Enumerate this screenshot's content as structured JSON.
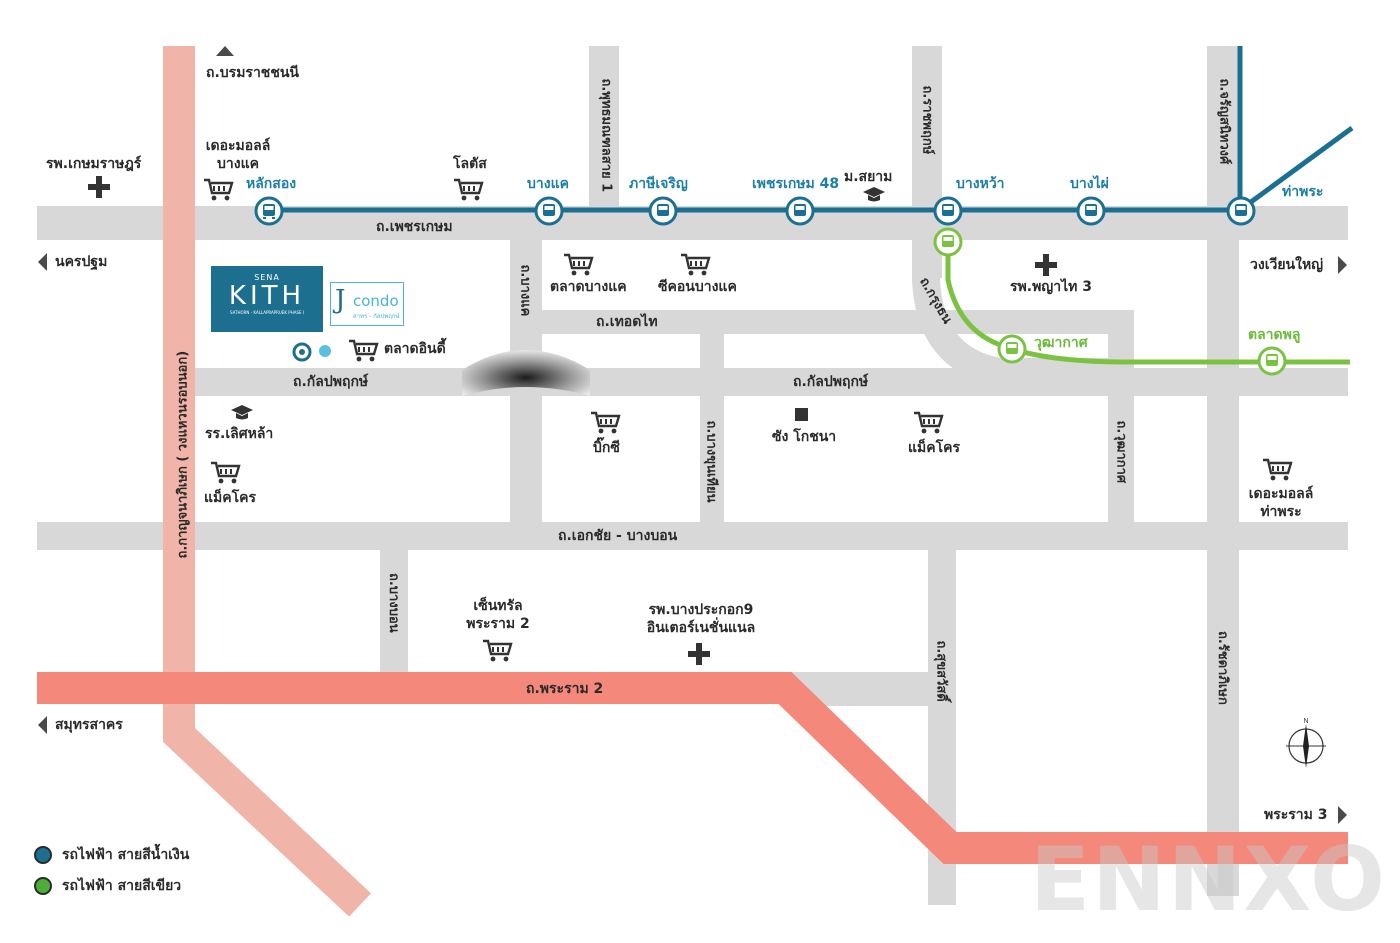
{
  "colors": {
    "road": "#d8d8d9",
    "blue_line": "#1b6f92",
    "green_line": "#7cc242",
    "rama2": "#f4887a",
    "ring_road": "#f0b4a8"
  },
  "roads": {
    "borommaratchachonnani": "ถ.บรมราชชนนี",
    "phetkasem": "ถ.เพชรเกษม",
    "kanlapaphruek_west": "ถ.กัลปพฤกษ์",
    "kanlapaphruek_east": "ถ.กัลปพฤกษ์",
    "thoet_thai": "ถ.เทอดไท",
    "ekachai": "ถ.เอกชัย - บางบอน",
    "rama2": "ถ.พระราม 2",
    "bang_khae": "ถ.บางแค",
    "phutthamonthon1": "ถ.พุทธมณฑลสาย 1",
    "ratchaphruek": "ถ.ราชพฤกษ์",
    "charansanitwong": "ถ.จรัญสนิทวงศ์",
    "ring_road": "ถ.กาญจนาภิเษก ( วงแหวนรอบนอก)",
    "bang_ramat": "ถ.บางบอน",
    "bang_khun_thian": "ถ.บางขุนเทียน",
    "wutthakat": "ถ.วุฒากาศ",
    "sukhasawat": "ถ.สุขสวัสดิ์",
    "ratchadaphisek": "ถ.รัชดาภิเษก",
    "krung_thon": "ถ.กรุงธน"
  },
  "stations_blue": [
    "หลักสอง",
    "บางแค",
    "ภาษีเจริญ",
    "เพชรเกษม 48",
    "บางหว้า",
    "บางไผ่",
    "ท่าพระ"
  ],
  "stations_green": [
    "วุฒากาศ",
    "ตลาดพลู"
  ],
  "places": {
    "the_mall_bangkhae": "เดอะมอลล์\nบางแค",
    "lotus": "โลตัส",
    "kasemrad": "รพ.เกษมราษฎร์",
    "siam_u": "ม.สยาม",
    "talat_bangkhae": "ตลาดบางแค",
    "seacon_bangkhae": "ซีคอนบางแค",
    "phyathai3": "รพ.พญาไท 3",
    "talat_indy": "ตลาดอินดี้",
    "lertla": "รร.เลิศหล้า",
    "makro_west": "แม็คโคร",
    "bigc": "บิ๊กซี",
    "chang_chot": "ซัง โกชนา",
    "makro_east": "แม็คโคร",
    "the_mall_thapra": "เดอะมอลล์\nท่าพระ",
    "central_rama2": "เซ็นทรัล\nพระราม 2",
    "bangpakok9": "รพ.บางประกอก9\nอินเตอร์เนชั่นแนล"
  },
  "directions": {
    "nakhon_pathom": "นครปฐม",
    "samut_sakhon": "สมุทรสาคร",
    "wongwian_yai": "วงเวียนใหญ่",
    "rama3": "พระราม 3"
  },
  "legend": {
    "blue": "รถไฟฟ้า สายสีน้ำเงิน",
    "green": "รถไฟฟ้า สายสีเขียว"
  },
  "project": {
    "brand": "SENA",
    "name": "KITH",
    "subtitle": "SATHORN - KALLAPRAPRUEK PHASE I",
    "partner": "condo",
    "partner_sub": "สาทร - กัลปพฤกษ์"
  },
  "compass": "N",
  "watermark": "ENNXO"
}
